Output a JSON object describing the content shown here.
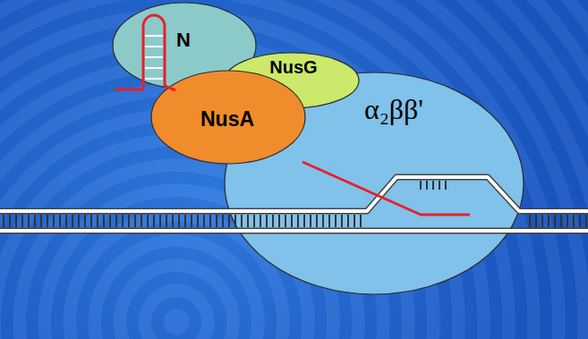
{
  "diagram": {
    "nodes": [
      {
        "text": [
          "N"
        ]
      },
      {
        "text": [
          "NusG"
        ]
      },
      {
        "text": [
          "NusA"
        ]
      },
      {
        "text": [
          "α₂ββ'"
        ]
      }
    ]
  }
}
